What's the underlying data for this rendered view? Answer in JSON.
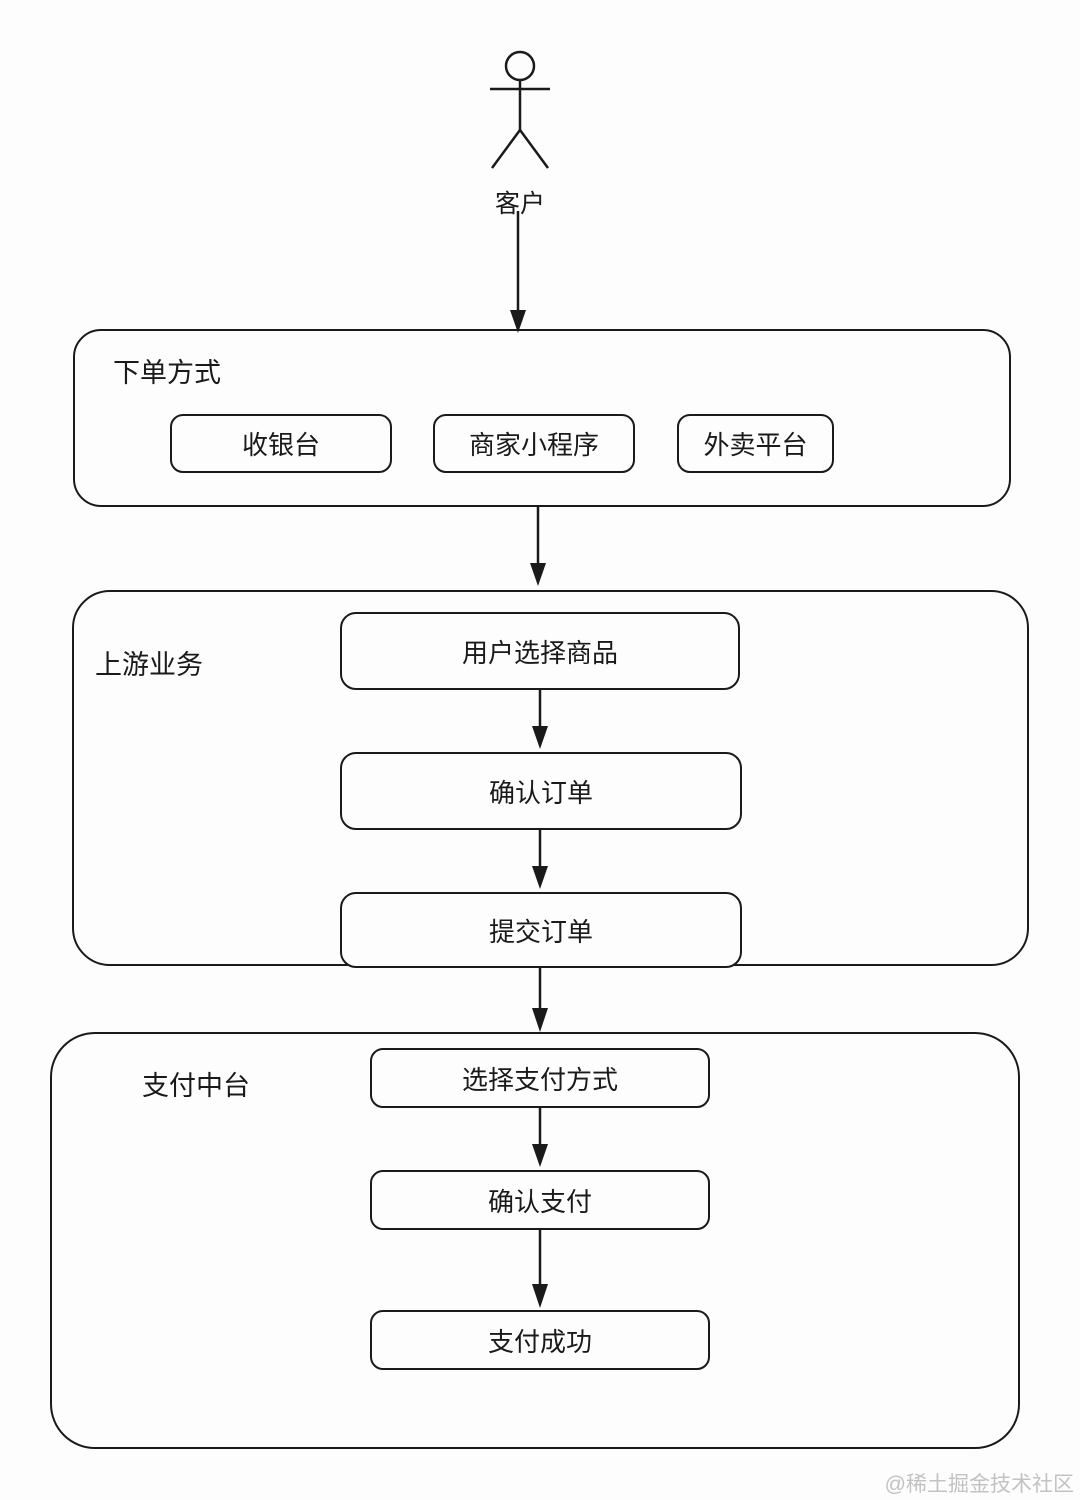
{
  "diagram": {
    "actor": {
      "label": "客户"
    },
    "groups": {
      "order_method": {
        "title": "下单方式",
        "options": [
          "收银台",
          "商家小程序",
          "外卖平台"
        ]
      },
      "upstream": {
        "title": "上游业务",
        "steps": [
          "用户选择商品",
          "确认订单",
          "提交订单"
        ]
      },
      "payment": {
        "title": "支付中台",
        "steps": [
          "选择支付方式",
          "确认支付",
          "支付成功"
        ]
      }
    },
    "flow_edges": [
      "客户 -> 下单方式",
      "下单方式 -> 上游业务",
      "用户选择商品 -> 确认订单",
      "确认订单 -> 提交订单",
      "上游业务 -> 支付中台",
      "选择支付方式 -> 确认支付",
      "确认支付 -> 支付成功"
    ]
  },
  "watermark": "@稀土掘金技术社区",
  "colors": {
    "stroke": "#1a1a1a",
    "background": "#fdfdfd",
    "watermark": "#c2c2c2"
  }
}
